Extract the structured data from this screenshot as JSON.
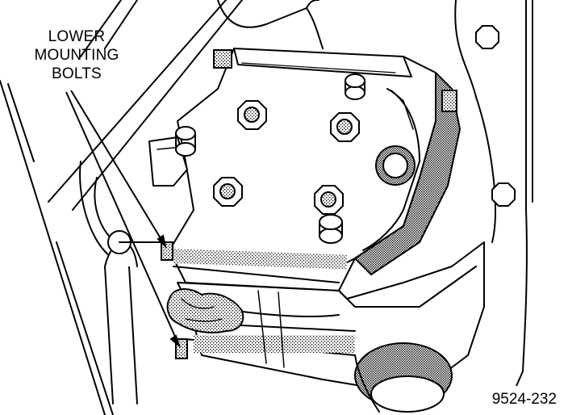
{
  "callout": {
    "line1": "LOWER",
    "line2": "MOUNTING",
    "line3": "BOLTS"
  },
  "figure_id": "9524-232",
  "colors": {
    "ink": "#000000",
    "paper": "#ffffff",
    "shade": "#8a8a8a"
  }
}
